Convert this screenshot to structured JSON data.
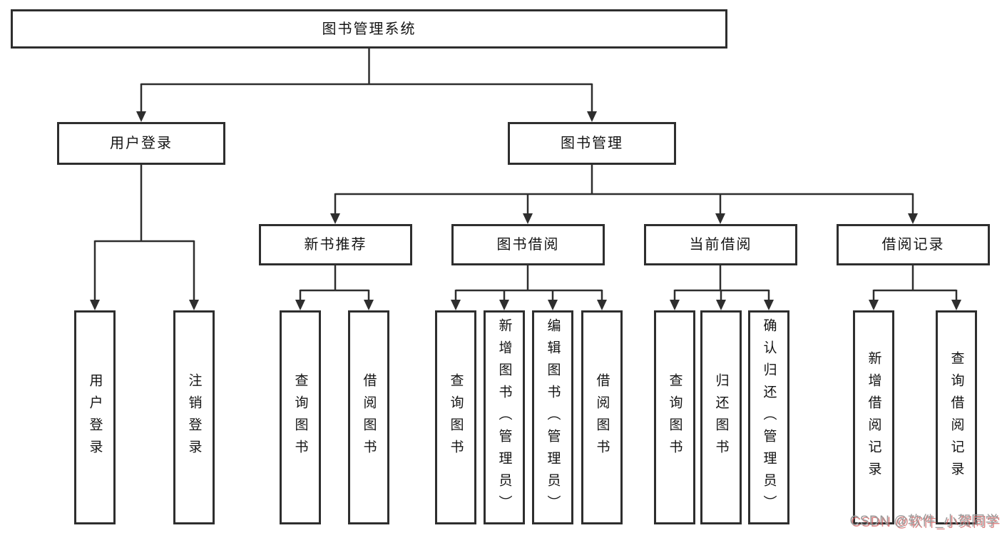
{
  "diagram": {
    "root": {
      "label": "图书管理系统"
    },
    "branches": {
      "user_login": {
        "label": "用户登录",
        "children": [
          {
            "label": "用户登录"
          },
          {
            "label": "注销登录"
          }
        ]
      },
      "book_management": {
        "label": "图书管理",
        "sections": [
          {
            "label": "新书推荐",
            "children": [
              {
                "label": "查询图书"
              },
              {
                "label": "借阅图书"
              }
            ]
          },
          {
            "label": "图书借阅",
            "children": [
              {
                "label": "查询图书"
              },
              {
                "label": "新增图书（管理员）"
              },
              {
                "label": "编辑图书（管理员）"
              },
              {
                "label": "借阅图书"
              }
            ]
          },
          {
            "label": "当前借阅",
            "children": [
              {
                "label": "查询图书"
              },
              {
                "label": "归还图书"
              },
              {
                "label": "确认归还（管理员）"
              }
            ]
          },
          {
            "label": "借阅记录",
            "children": [
              {
                "label": "新增借阅记录"
              },
              {
                "label": "查询借阅记录"
              }
            ]
          }
        ]
      }
    }
  },
  "colors": {
    "line": "#2e2e2e",
    "box_border": "#2e2e2e",
    "text": "#141414",
    "watermark_gray": "#9a9a9a",
    "watermark_red": "#cf5a5a"
  },
  "watermark": {
    "text": "CSDN @软件_小贺同学"
  }
}
